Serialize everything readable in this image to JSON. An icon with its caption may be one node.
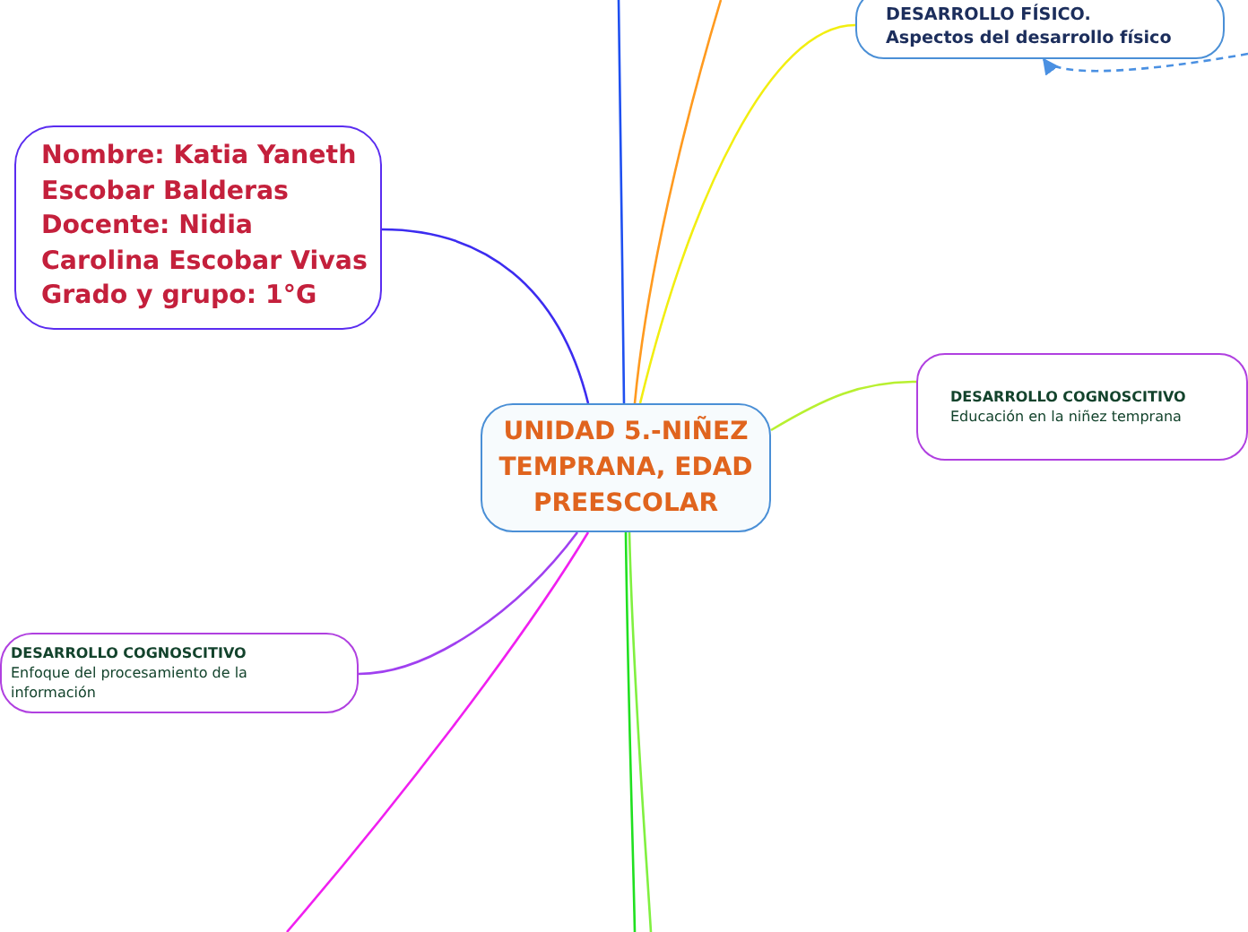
{
  "diagram": {
    "nodes": [
      {
        "text": [
          "UNIDAD 5.-NIÑEZ TEMPRANA, EDAD PREESCOLAR"
        ]
      },
      {
        "text": [
          "Nombre: Katia Yaneth Escobar Balderas Docente: Nidia Carolina Escobar Vivas Grado y grupo: 1°G"
        ]
      },
      {
        "text": [
          "DESARROLLO FÍSICO.",
          "Aspectos del desarrollo físico"
        ]
      },
      {
        "text": [
          "DESARROLLO COGNOSCITIVO",
          "Educación en la niñez temprana"
        ]
      },
      {
        "text": [
          "DESARROLLO COGNOSCITIVO",
          "Enfoque del procesamiento de la información"
        ]
      }
    ],
    "edges": [
      {
        "from": 0,
        "to": 1,
        "arrow": "none",
        "color": "#3c2cf0"
      },
      {
        "from": 0,
        "to": 2,
        "arrow": "none",
        "color": "#f2ee10"
      },
      {
        "from": 0,
        "to": 3,
        "arrow": "none",
        "color": "#b8f030"
      },
      {
        "from": 0,
        "to": 4,
        "arrow": "none",
        "color": "#a040f0"
      },
      {
        "from": 0,
        "to": null,
        "arrow": "none",
        "color": "#1f50f0"
      },
      {
        "from": 0,
        "to": null,
        "arrow": "none",
        "color": "#ff9a1f"
      },
      {
        "from": 0,
        "to": null,
        "arrow": "none",
        "color": "#f020f0"
      },
      {
        "from": 0,
        "to": null,
        "arrow": "none",
        "color": "#20e020"
      },
      {
        "from": 0,
        "to": null,
        "arrow": "none",
        "color": "#80f040"
      },
      {
        "from": null,
        "to": 2,
        "arrow": "to",
        "style": "dashed",
        "color": "#4a90e2"
      }
    ]
  }
}
